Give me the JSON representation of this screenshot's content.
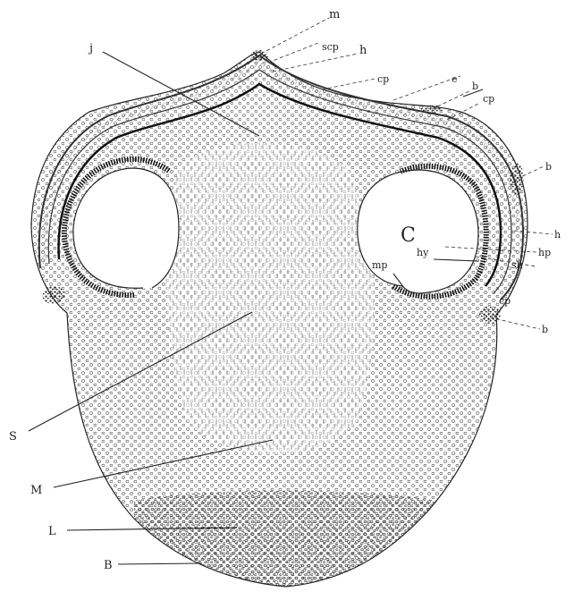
{
  "figure": {
    "labels": {
      "m": "m",
      "scp": "scp",
      "h_top": "h",
      "cp_top": "cp",
      "e": "e",
      "b_top": "b",
      "cp_right": "cp",
      "b_right": "b",
      "C": "C",
      "h_right": "h",
      "hy": "hy",
      "hp": "hp",
      "mp": "mp",
      "sh": "sh",
      "cp_lower": "cp",
      "b_lower": "b",
      "j": "j",
      "S": "S",
      "M": "M",
      "L": "L",
      "B": "B"
    }
  }
}
